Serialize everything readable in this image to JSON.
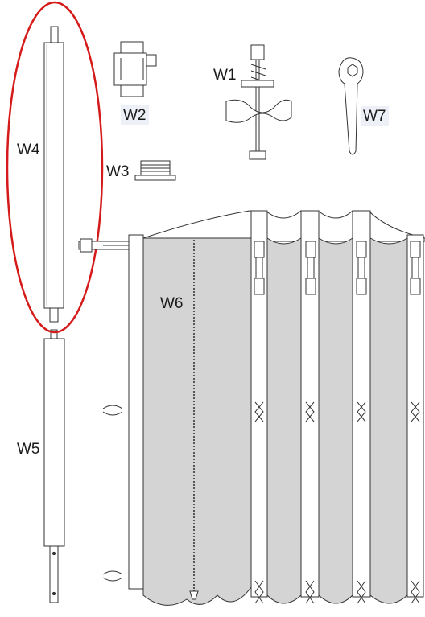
{
  "diagram": {
    "labels": {
      "w1": "W1",
      "w2": "W2",
      "w3": "W3",
      "w4": "W4",
      "w5": "W5",
      "w6": "W6",
      "w7": "W7"
    },
    "highlight_color": "#d51a1a",
    "curtain_fill": "#d4d4d4",
    "stroke_color": "#333333"
  }
}
